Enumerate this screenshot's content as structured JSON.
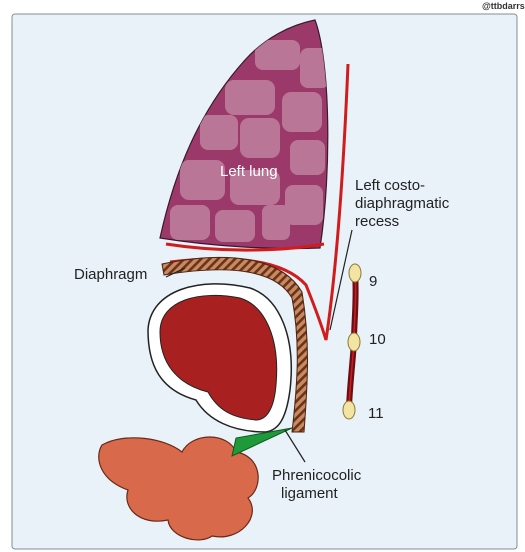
{
  "watermark": "@ttbdarrs",
  "labels": {
    "left_lung": "Left lung",
    "recess_line1": "Left costo-",
    "recess_line2": "diaphragmatic",
    "recess_line3": "recess",
    "diaphragm": "Diaphragm",
    "phrenicocolic_line1": "Phrenicocolic",
    "phrenicocolic_line2": "ligament",
    "rib_9": "9",
    "rib_10": "10",
    "rib_11": "11"
  },
  "colors": {
    "panel_background": "#e8f2f8",
    "lung_fill": "#9b3a6a",
    "lung_patches": "#c58ba6",
    "pleura_red": "#d01c1c",
    "diaphragm_brown": "#8a4a2c",
    "spleen_fill": "#a8201f",
    "ligament_green": "#1f9a3b",
    "colon_fill": "#d9694b",
    "rib_marker": "#f3e4a3"
  }
}
